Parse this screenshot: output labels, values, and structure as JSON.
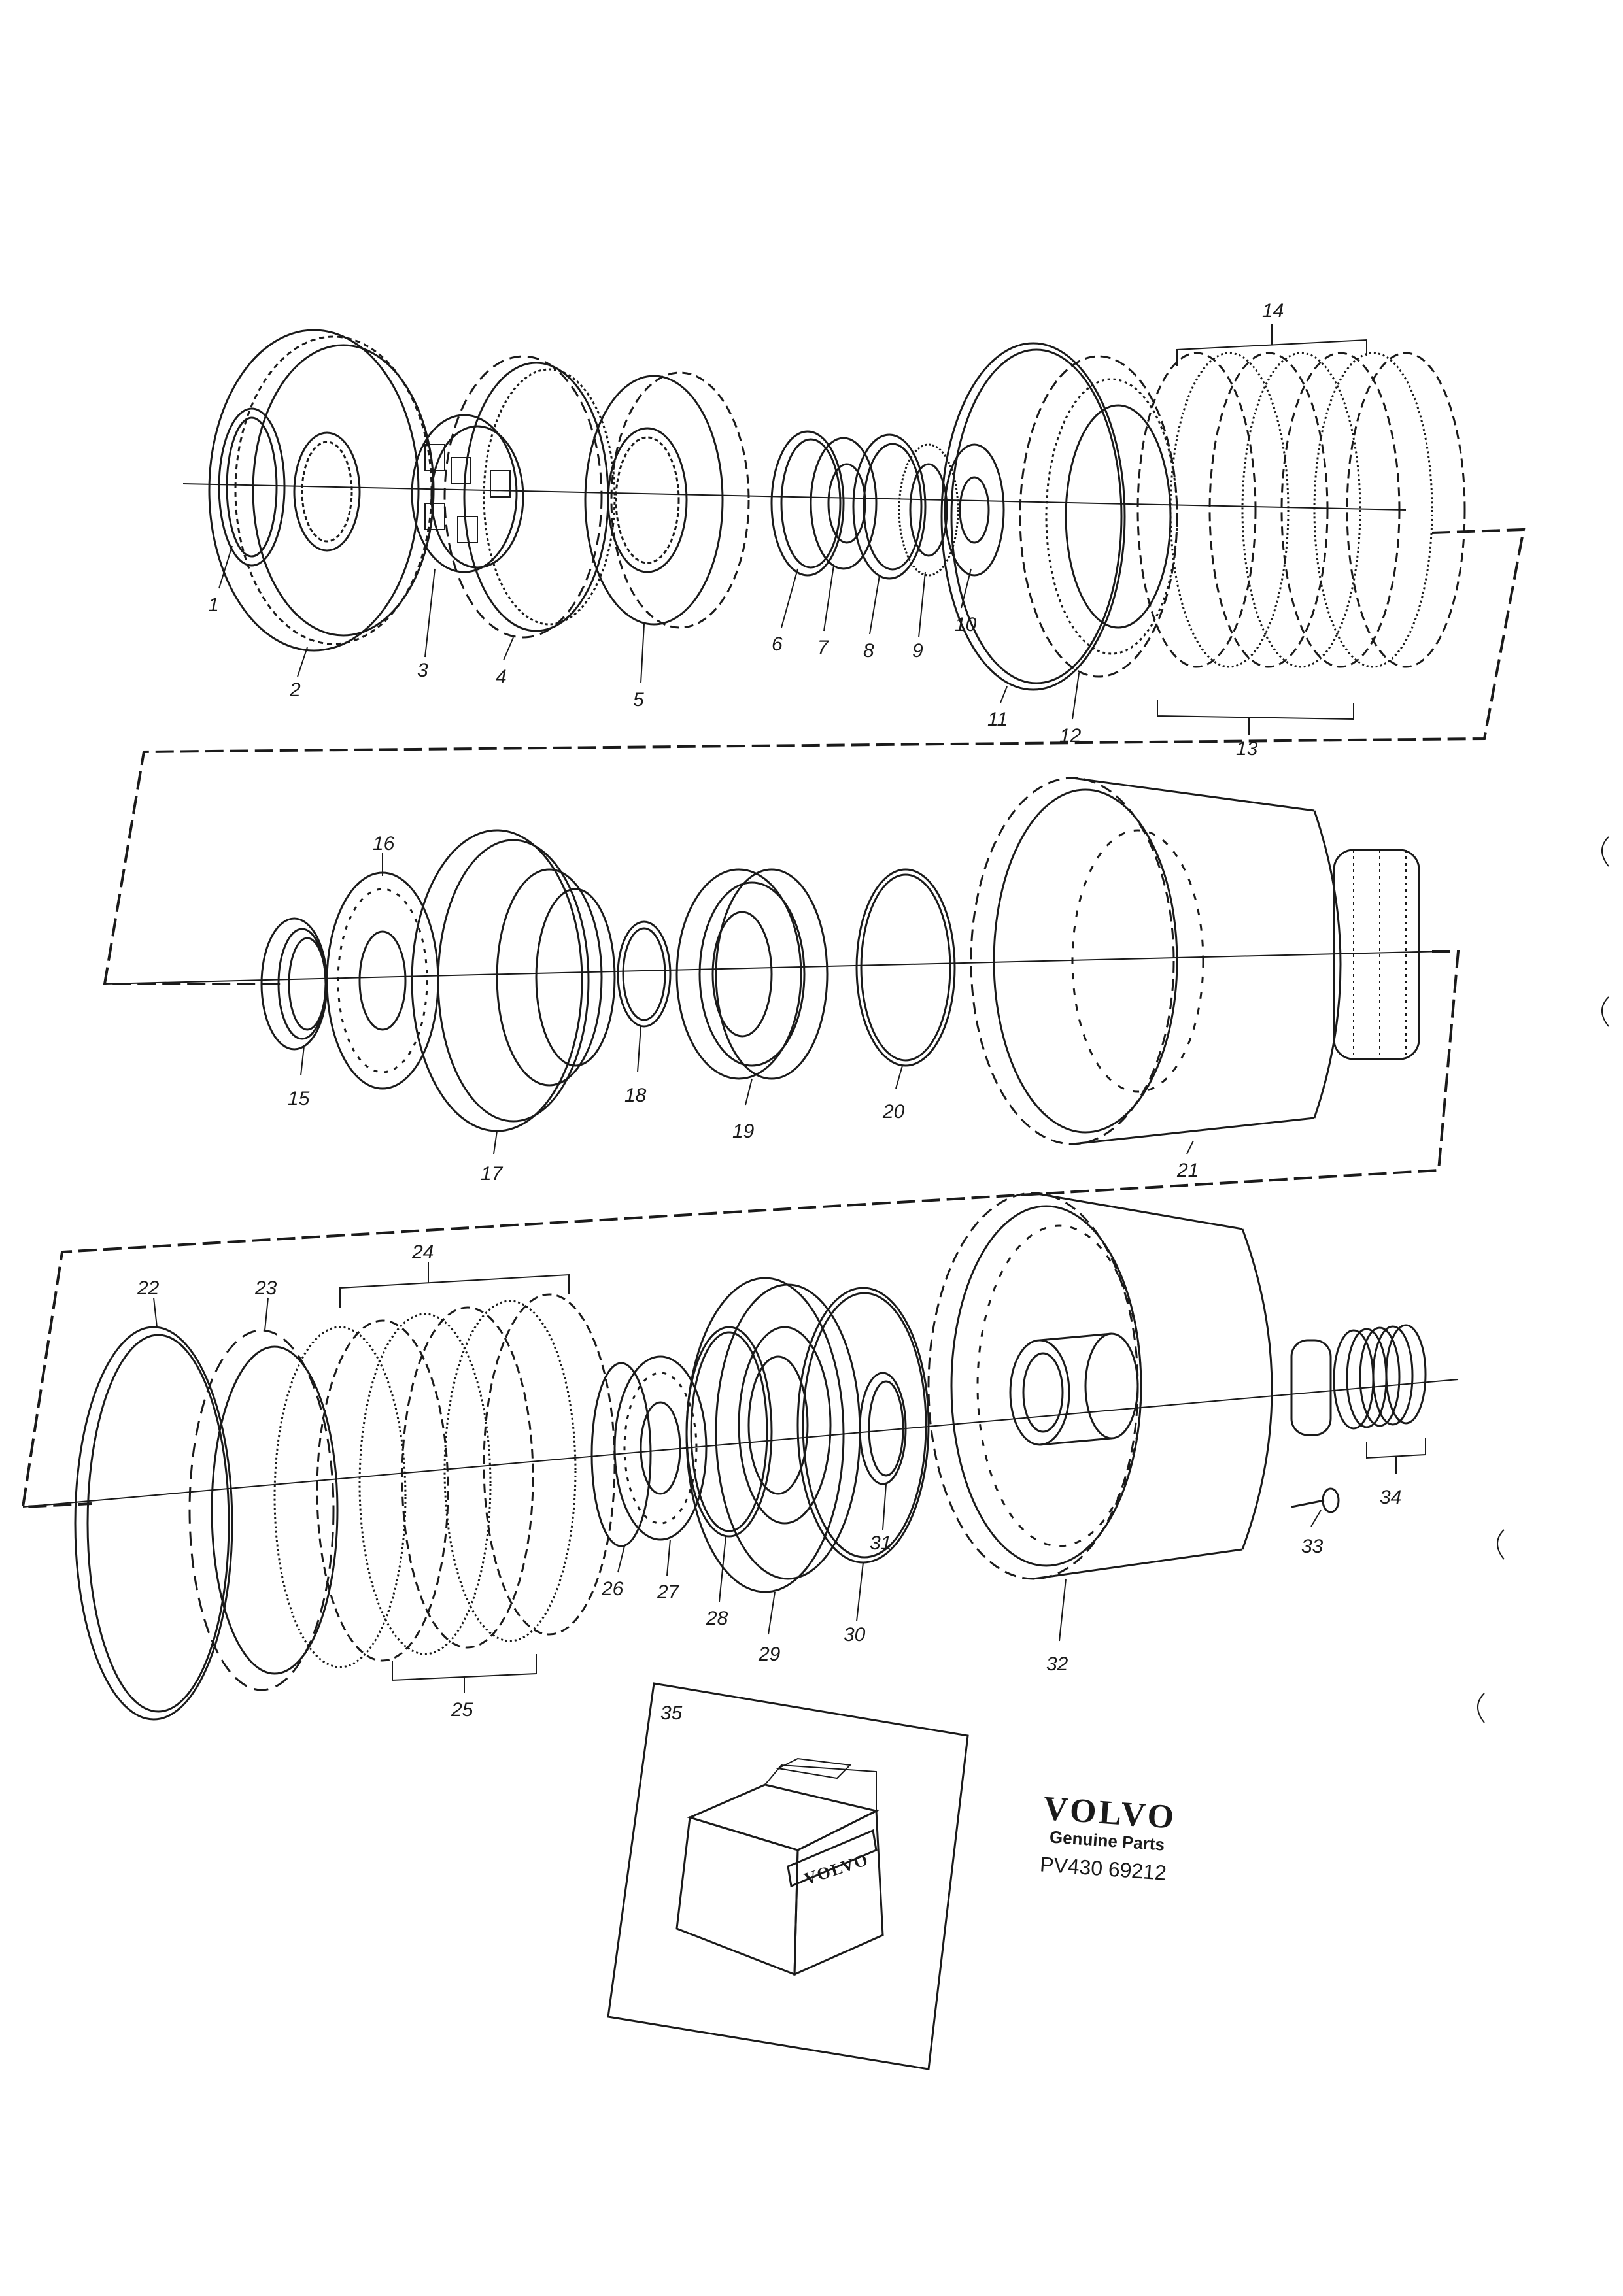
{
  "diagram": {
    "callouts": [
      "1",
      "2",
      "3",
      "4",
      "5",
      "6",
      "7",
      "8",
      "9",
      "10",
      "11",
      "12",
      "13",
      "14",
      "15",
      "16",
      "17",
      "18",
      "19",
      "20",
      "21",
      "22",
      "23",
      "24",
      "25",
      "26",
      "27",
      "28",
      "29",
      "30",
      "31",
      "32",
      "33",
      "34",
      "35"
    ],
    "kit_box_logo": "VOLVO"
  },
  "branding": {
    "brand": "VOLVO",
    "tagline": "Genuine Parts",
    "code": "PV430 69212"
  },
  "colors": {
    "ink": "#1a1a1a",
    "paper": "#ffffff"
  }
}
